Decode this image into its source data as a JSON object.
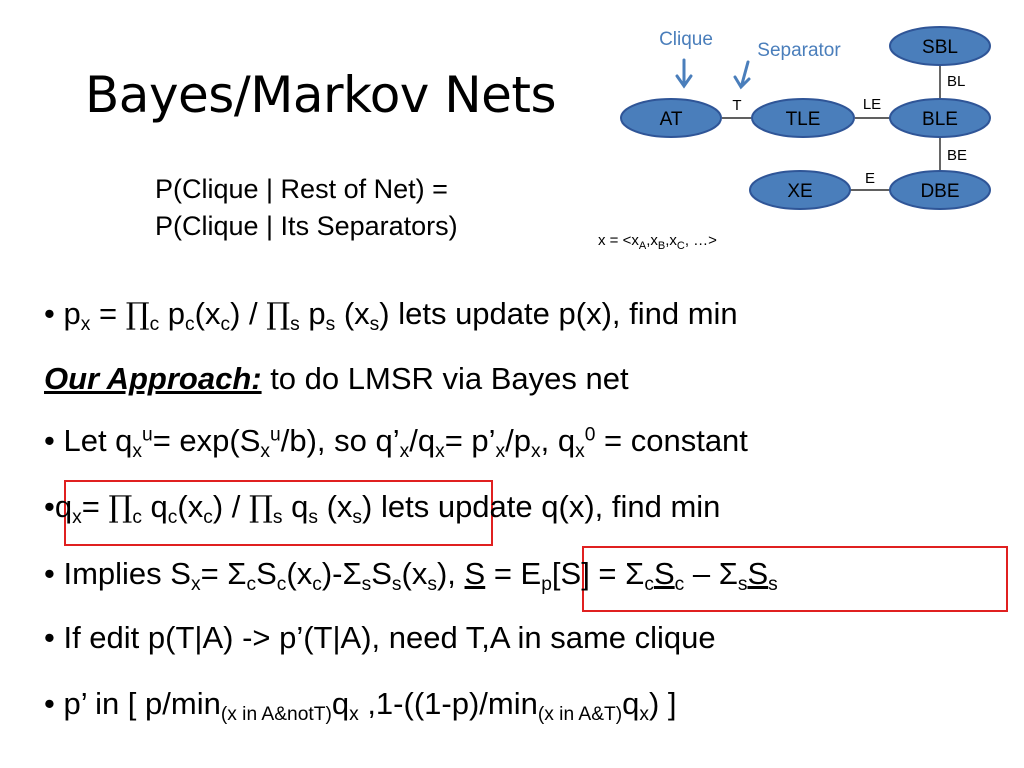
{
  "slide": {
    "title": "Bayes/Markov Nets",
    "cond_line1": "P(Clique | Rest of Net) =",
    "cond_line2": "P(Clique | Its Separators)"
  },
  "diagram": {
    "clique_label": "Clique",
    "separator_label": "Separator",
    "nodes": {
      "at": "AT",
      "tle": "TLE",
      "ble": "BLE",
      "sbl": "SBL",
      "xe": "XE",
      "dbe": "DBE"
    },
    "edges": {
      "t": "T",
      "le": "LE",
      "bl": "BL",
      "be": "BE",
      "e": "E"
    },
    "x_def": {
      "prefix": "x = <x",
      "a": "A",
      "b": "B",
      "c": "C",
      "suffix": ", …>"
    },
    "colors": {
      "node_fill": "#4a7ebb",
      "node_stroke": "#2f5597",
      "label_color": "#4a7ebb"
    }
  },
  "bullets": {
    "b1": {
      "dot": "•",
      "p": "p",
      "x": "x",
      "eq": " = ",
      "pi": "∏",
      "c": "c",
      "pc": " p",
      "xc": "(x",
      "close": ")",
      "slash": " / ",
      "s": "s",
      "ps": " p",
      "xs_open": " (x",
      "tail": ")  lets update p(x), find min"
    },
    "approach": {
      "label": "Our Approach:",
      "text": "  to do LMSR via Bayes net"
    },
    "b2": {
      "dot": "•",
      "let_q": " Let q",
      "x": "x",
      "u": "u",
      "exp": "= exp(S",
      "b_so": "/b), so q’",
      "slash_q": "/q",
      "eq_p": "= p’",
      "slash_p": "/p",
      "comma_q": ", q",
      "zero": "0",
      "const": " = constant"
    },
    "b3": {
      "dot": "•",
      "q": "q",
      "x": "x",
      "eq": "= ",
      "pi": "∏",
      "c": "c",
      "qc": " q",
      "xc": "(x",
      "close": ")",
      "slash": " / ",
      "s": "s",
      "qs": " q",
      "xs_open": " (x",
      "tail": "   lets update q(x), find min"
    },
    "b4": {
      "dot": "•",
      "implies": " Implies S",
      "x": "x",
      "eq_sig": "= Σ",
      "c": "c",
      "S": "S",
      "xc": "(x",
      "close_minus_sig": ")-Σ",
      "s": "s",
      "xs": "(x",
      "close_comma": "), ",
      "eq_E": " = E",
      "p": "p",
      "bracket_s": "[S] = Σ",
      "minus_sig": " – Σ"
    },
    "b5": {
      "text": "• If edit p(T|A) -> p’(T|A), need T,A in same clique"
    },
    "b6": {
      "dot": "•",
      "p_in": " p’ in [ p/min",
      "sub1": "(x in A&notT)",
      "q": "q",
      "x": "x",
      "mid": " ,1-((1-p)/min",
      "sub2": "(x in A&T)",
      "end": ") ]"
    }
  }
}
